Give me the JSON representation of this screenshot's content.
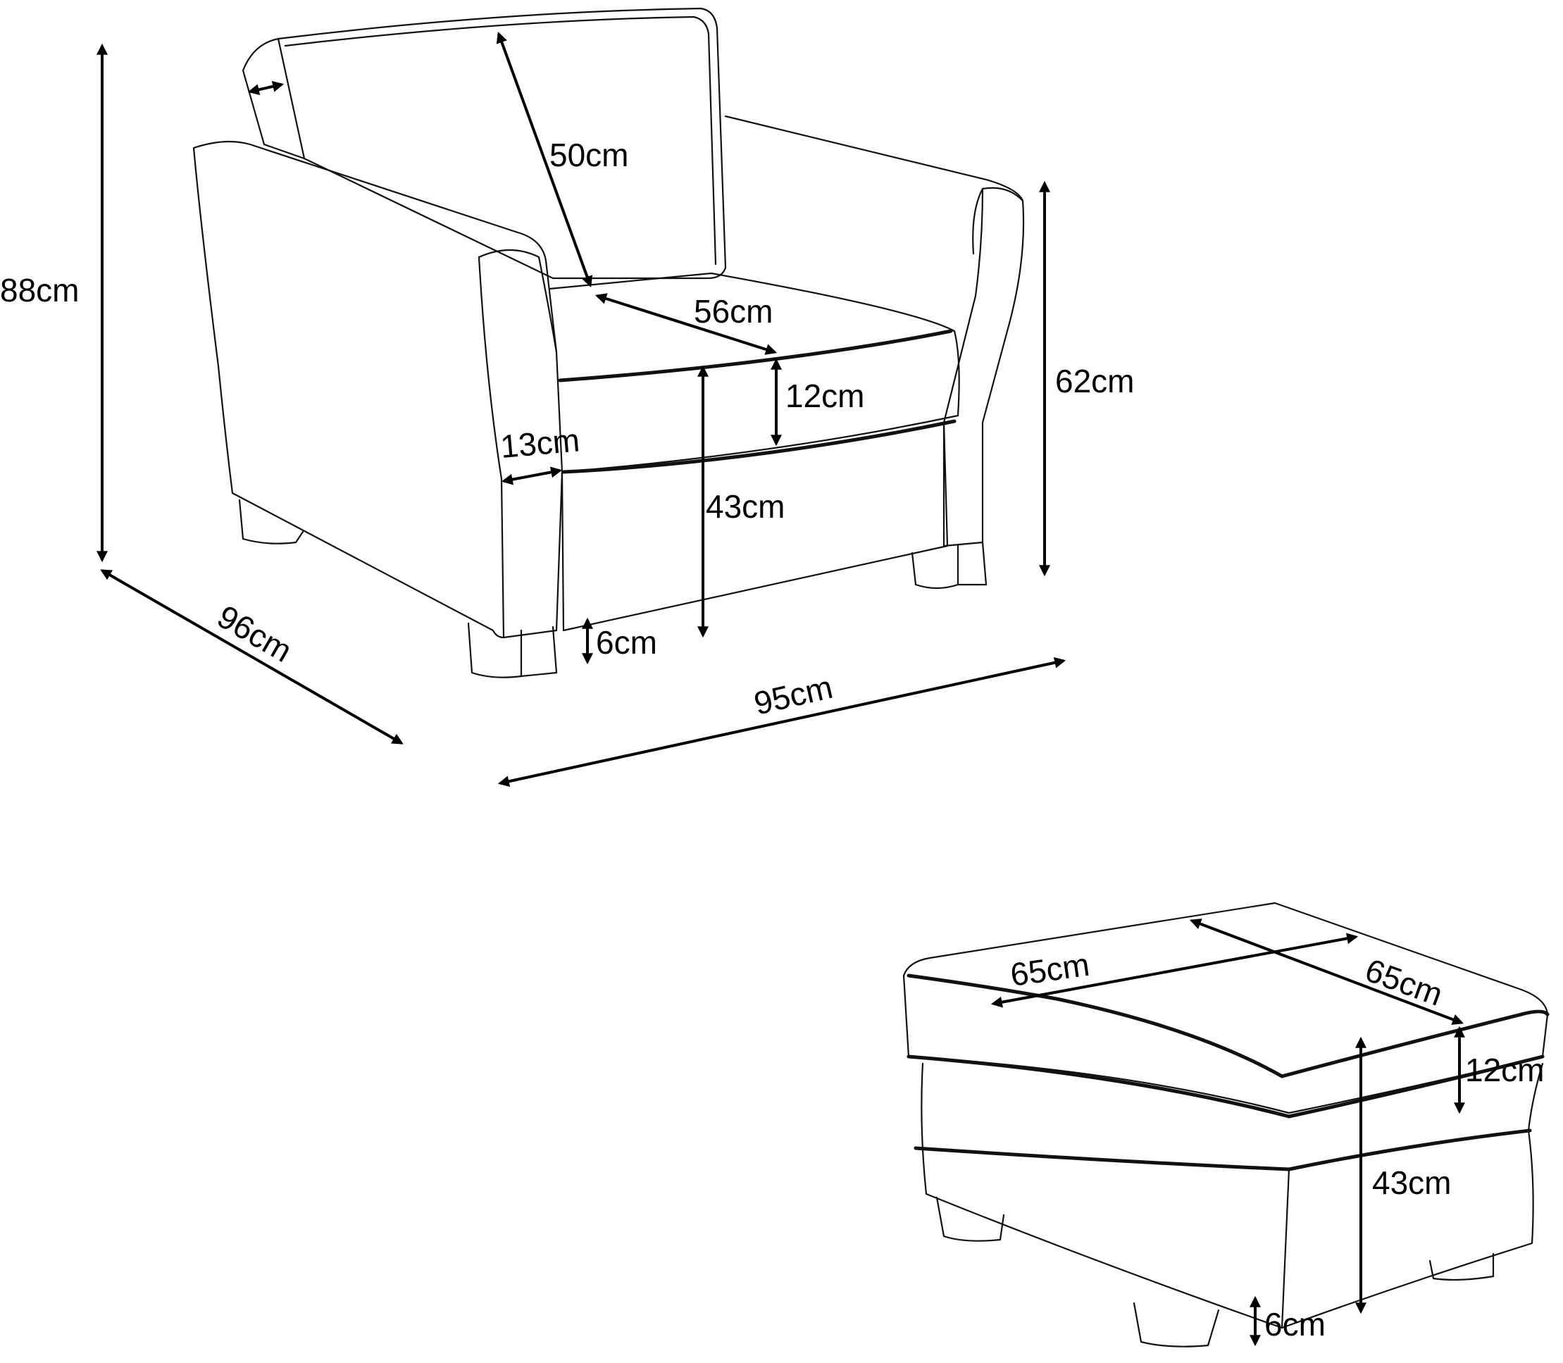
{
  "armchair": {
    "total_height": "88cm",
    "depth": "96cm",
    "width": "95cm",
    "arm_height": "62cm",
    "back_cushion_height": "50cm",
    "seat_depth": "56cm",
    "seat_cushion_thickness": "12cm",
    "seat_height": "43cm",
    "arm_width": "13cm",
    "leg_height": "6cm"
  },
  "ottoman": {
    "width": "65cm",
    "depth": "65cm",
    "cushion_thickness": "12cm",
    "height": "43cm",
    "leg_height": "6cm"
  }
}
